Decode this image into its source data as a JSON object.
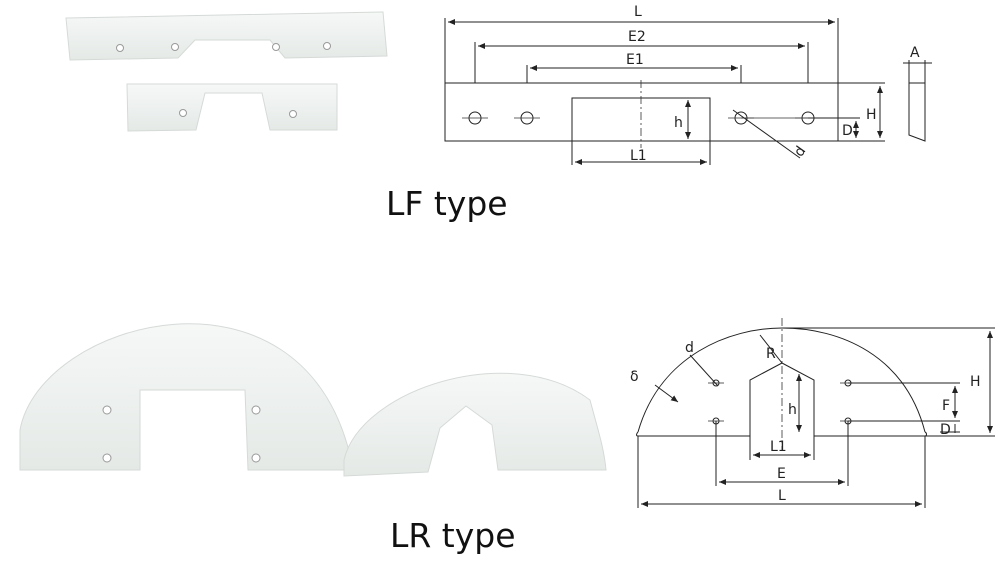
{
  "captions": {
    "lf": "LF type",
    "lr": "LR type"
  },
  "lf_drawing": {
    "labels": {
      "L": "L",
      "E2": "E2",
      "E1": "E1",
      "A": "A",
      "H": "H",
      "h": "h",
      "D": "D",
      "L1": "L1",
      "d": "d"
    }
  },
  "lr_drawing": {
    "labels": {
      "d": "d",
      "R": "R",
      "delta": "δ",
      "h": "h",
      "L1": "L1",
      "E": "E",
      "L": "L",
      "H": "H",
      "F": "F",
      "D": "D"
    }
  },
  "colors": {
    "part": "#eef1ef",
    "part_edge": "#c9cfcc",
    "line": "#222222"
  }
}
